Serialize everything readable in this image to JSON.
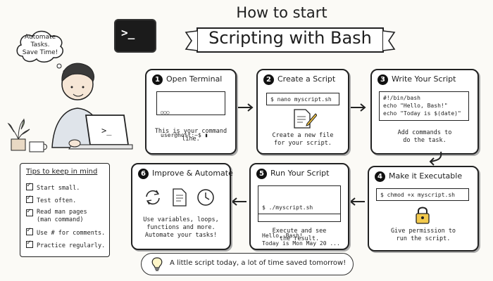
{
  "title": {
    "line1": "How to start",
    "line2": "Scripting with Bash"
  },
  "terminal_icon_text": ">_",
  "thought_bubble": "Automate\nTasks.\nSave Time!",
  "steps": [
    {
      "number": "1",
      "title": "Open Terminal",
      "code_dots": "○○○",
      "code": "user@host:~$ ▮",
      "caption": "This is your command\nline."
    },
    {
      "number": "2",
      "title": "Create a Script",
      "code": "$ nano myscript.sh",
      "caption": "Create a new file\nfor your script."
    },
    {
      "number": "3",
      "title": "Write Your Script",
      "code": "#!/bin/bash\necho \"Hello, Bash!\"\necho \"Today is $(date)\"",
      "caption": "Add commands to\ndo the task."
    },
    {
      "number": "4",
      "title": "Make it Executable",
      "code": "$ chmod +x myscript.sh",
      "caption": "Give permission to\nrun the script."
    },
    {
      "number": "5",
      "title": "Run Your Script",
      "code_cmd": "$ ./myscript.sh",
      "code_output": "Hello, Bash!\nToday is Mon May 20 ...",
      "caption": "Execute and see\nthe result."
    },
    {
      "number": "6",
      "title": "Improve & Automate",
      "caption": "Use variables, loops,\nfunctions and more.\nAutomate your tasks!"
    }
  ],
  "tips": {
    "title": "Tips to keep in mind",
    "items": [
      "Start small.",
      "Test often.",
      "Read man pages\n(man command)",
      "Use # for comments.",
      "Practice regularly."
    ]
  },
  "footer": {
    "text": "A little script today, a lot of time saved tomorrow!"
  },
  "laptop_screen_text": ">_"
}
